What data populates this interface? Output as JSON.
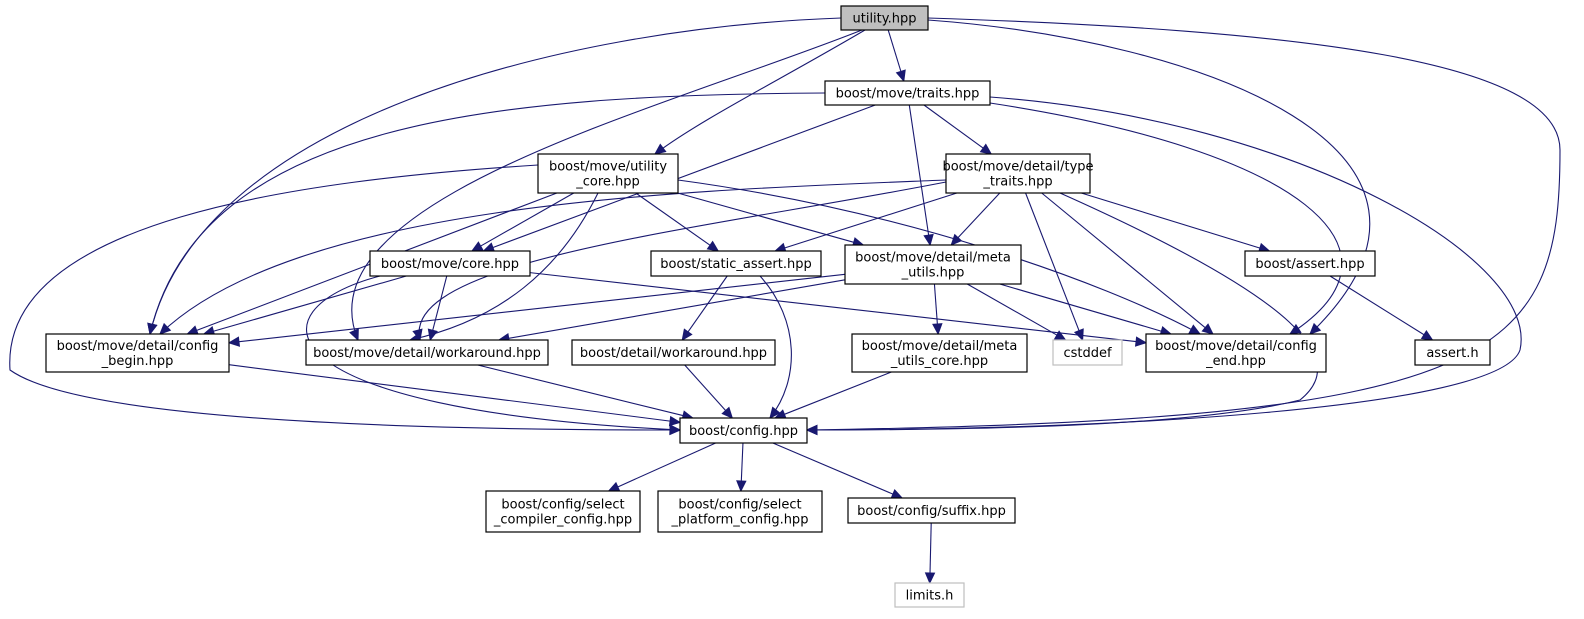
{
  "title": "utility.hpp include dependency graph",
  "colors": {
    "edge": "#191970",
    "root_fill": "#bfbfbf",
    "node_border": "#000000",
    "external_border": "#bfbfbf"
  },
  "nodes": [
    {
      "id": "utility",
      "lines": [
        "utility.hpp"
      ],
      "kind": "root"
    },
    {
      "id": "traits",
      "lines": [
        "boost/move/traits.hpp"
      ],
      "kind": "normal"
    },
    {
      "id": "utility_core",
      "lines": [
        "boost/move/utility",
        "_core.hpp"
      ],
      "kind": "normal"
    },
    {
      "id": "type_traits",
      "lines": [
        "boost/move/detail/type",
        "_traits.hpp"
      ],
      "kind": "normal"
    },
    {
      "id": "core",
      "lines": [
        "boost/move/core.hpp"
      ],
      "kind": "normal"
    },
    {
      "id": "static_assert",
      "lines": [
        "boost/static_assert.hpp"
      ],
      "kind": "normal"
    },
    {
      "id": "meta_utils",
      "lines": [
        "boost/move/detail/meta",
        "_utils.hpp"
      ],
      "kind": "normal"
    },
    {
      "id": "assert_hpp",
      "lines": [
        "boost/assert.hpp"
      ],
      "kind": "normal"
    },
    {
      "id": "config_begin",
      "lines": [
        "boost/move/detail/config",
        "_begin.hpp"
      ],
      "kind": "normal"
    },
    {
      "id": "move_workaround",
      "lines": [
        "boost/move/detail/workaround.hpp"
      ],
      "kind": "normal"
    },
    {
      "id": "detail_workaround",
      "lines": [
        "boost/detail/workaround.hpp"
      ],
      "kind": "normal"
    },
    {
      "id": "meta_utils_core",
      "lines": [
        "boost/move/detail/meta",
        "_utils_core.hpp"
      ],
      "kind": "normal"
    },
    {
      "id": "cstddef",
      "lines": [
        "cstddef"
      ],
      "kind": "external"
    },
    {
      "id": "config_end",
      "lines": [
        "boost/move/detail/config",
        "_end.hpp"
      ],
      "kind": "normal"
    },
    {
      "id": "assert_h",
      "lines": [
        "assert.h"
      ],
      "kind": "normal"
    },
    {
      "id": "config",
      "lines": [
        "boost/config.hpp"
      ],
      "kind": "normal"
    },
    {
      "id": "select_compiler",
      "lines": [
        "boost/config/select",
        "_compiler_config.hpp"
      ],
      "kind": "normal"
    },
    {
      "id": "select_platform",
      "lines": [
        "boost/config/select",
        "_platform_config.hpp"
      ],
      "kind": "normal"
    },
    {
      "id": "suffix",
      "lines": [
        "boost/config/suffix.hpp"
      ],
      "kind": "normal"
    },
    {
      "id": "limits",
      "lines": [
        "limits.h"
      ],
      "kind": "external"
    }
  ],
  "edges": [
    [
      "utility",
      "traits"
    ],
    [
      "utility",
      "utility_core"
    ],
    [
      "utility",
      "config_begin"
    ],
    [
      "utility",
      "move_workaround"
    ],
    [
      "utility",
      "config_end"
    ],
    [
      "utility",
      "config"
    ],
    [
      "traits",
      "config_begin"
    ],
    [
      "traits",
      "core"
    ],
    [
      "traits",
      "type_traits"
    ],
    [
      "traits",
      "meta_utils"
    ],
    [
      "traits",
      "config_end"
    ],
    [
      "traits",
      "config"
    ],
    [
      "utility_core",
      "config_begin"
    ],
    [
      "utility_core",
      "core"
    ],
    [
      "utility_core",
      "static_assert"
    ],
    [
      "utility_core",
      "meta_utils"
    ],
    [
      "utility_core",
      "move_workaround"
    ],
    [
      "utility_core",
      "config_end"
    ],
    [
      "utility_core",
      "config"
    ],
    [
      "type_traits",
      "config_begin"
    ],
    [
      "type_traits",
      "move_workaround"
    ],
    [
      "type_traits",
      "static_assert"
    ],
    [
      "type_traits",
      "meta_utils"
    ],
    [
      "type_traits",
      "assert_hpp"
    ],
    [
      "type_traits",
      "cstddef"
    ],
    [
      "type_traits",
      "config_end"
    ],
    [
      "type_traits",
      "config"
    ],
    [
      "core",
      "config_begin"
    ],
    [
      "core",
      "move_workaround"
    ],
    [
      "core",
      "config_end"
    ],
    [
      "core",
      "config"
    ],
    [
      "static_assert",
      "detail_workaround"
    ],
    [
      "static_assert",
      "config"
    ],
    [
      "meta_utils",
      "config_begin"
    ],
    [
      "meta_utils",
      "move_workaround"
    ],
    [
      "meta_utils",
      "meta_utils_core"
    ],
    [
      "meta_utils",
      "cstddef"
    ],
    [
      "meta_utils",
      "config_end"
    ],
    [
      "assert_hpp",
      "assert_h"
    ],
    [
      "config_begin",
      "config"
    ],
    [
      "move_workaround",
      "config"
    ],
    [
      "detail_workaround",
      "config"
    ],
    [
      "meta_utils_core",
      "config"
    ],
    [
      "config",
      "select_compiler"
    ],
    [
      "config",
      "select_platform"
    ],
    [
      "config",
      "suffix"
    ],
    [
      "suffix",
      "limits"
    ]
  ]
}
